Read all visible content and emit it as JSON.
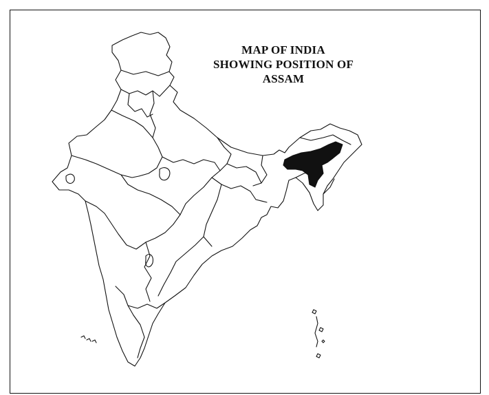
{
  "map": {
    "title_lines": [
      "MAP OF INDIA",
      "SHOWING POSITION OF",
      "ASSAM"
    ],
    "highlighted_region": "Assam",
    "highlight_color": "#111111",
    "border_color": "#111111",
    "background_color": "#ffffff"
  }
}
